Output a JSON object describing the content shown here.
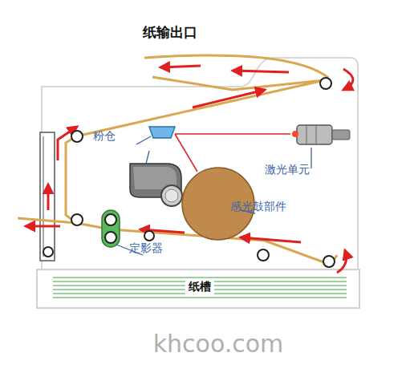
{
  "diagram": {
    "nodes": [
      {
        "text": [
          "纸槽"
        ]
      }
    ],
    "labels": [
      "纸输出口",
      "粉仓",
      "激光单元",
      "感光鼓部件",
      "定影器",
      "khcoo.com"
    ]
  }
}
